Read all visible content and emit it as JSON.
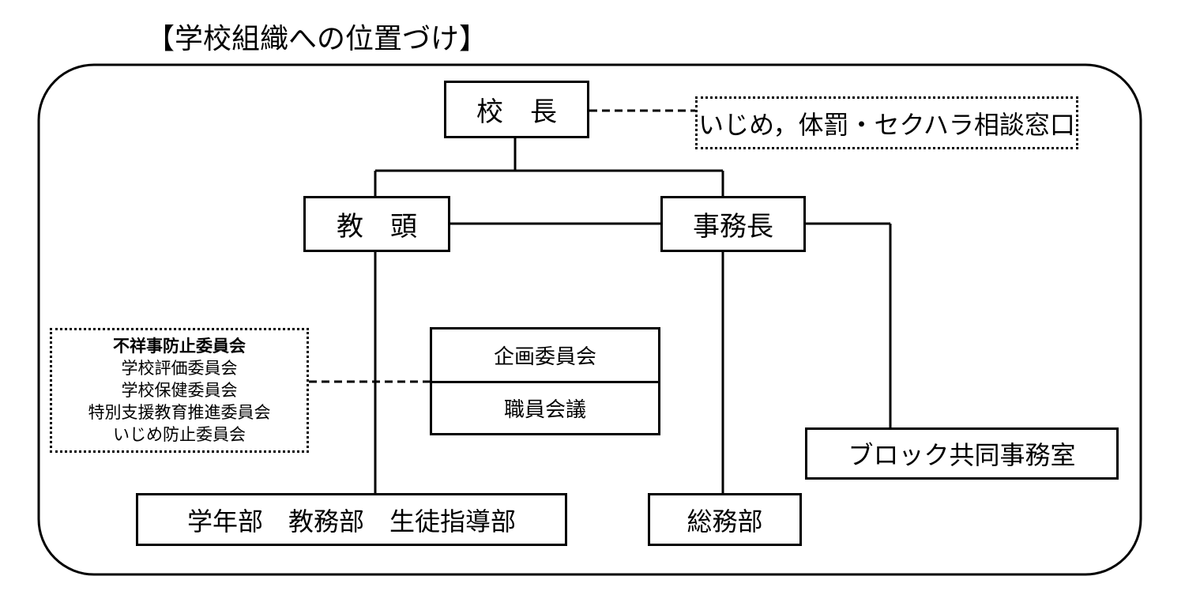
{
  "heading": "【学校組織への位置づけ】",
  "nodes": {
    "principal": "校　長",
    "consultation": "いじめ，体罰・セクハラ相談窓口",
    "vice_principal": "教　頭",
    "office_manager": "事務長",
    "planning_committee": "企画委員会",
    "staff_meeting": "職員会議",
    "committees": [
      "不祥事防止委員会",
      "学校評価委員会",
      "学校保健委員会",
      "特別支援教育推進委員会",
      "いじめ防止委員会"
    ],
    "block_office": "ブロック共同事務室",
    "departments": "学年部　教務部　生徒指導部",
    "general_affairs": "総務部"
  }
}
